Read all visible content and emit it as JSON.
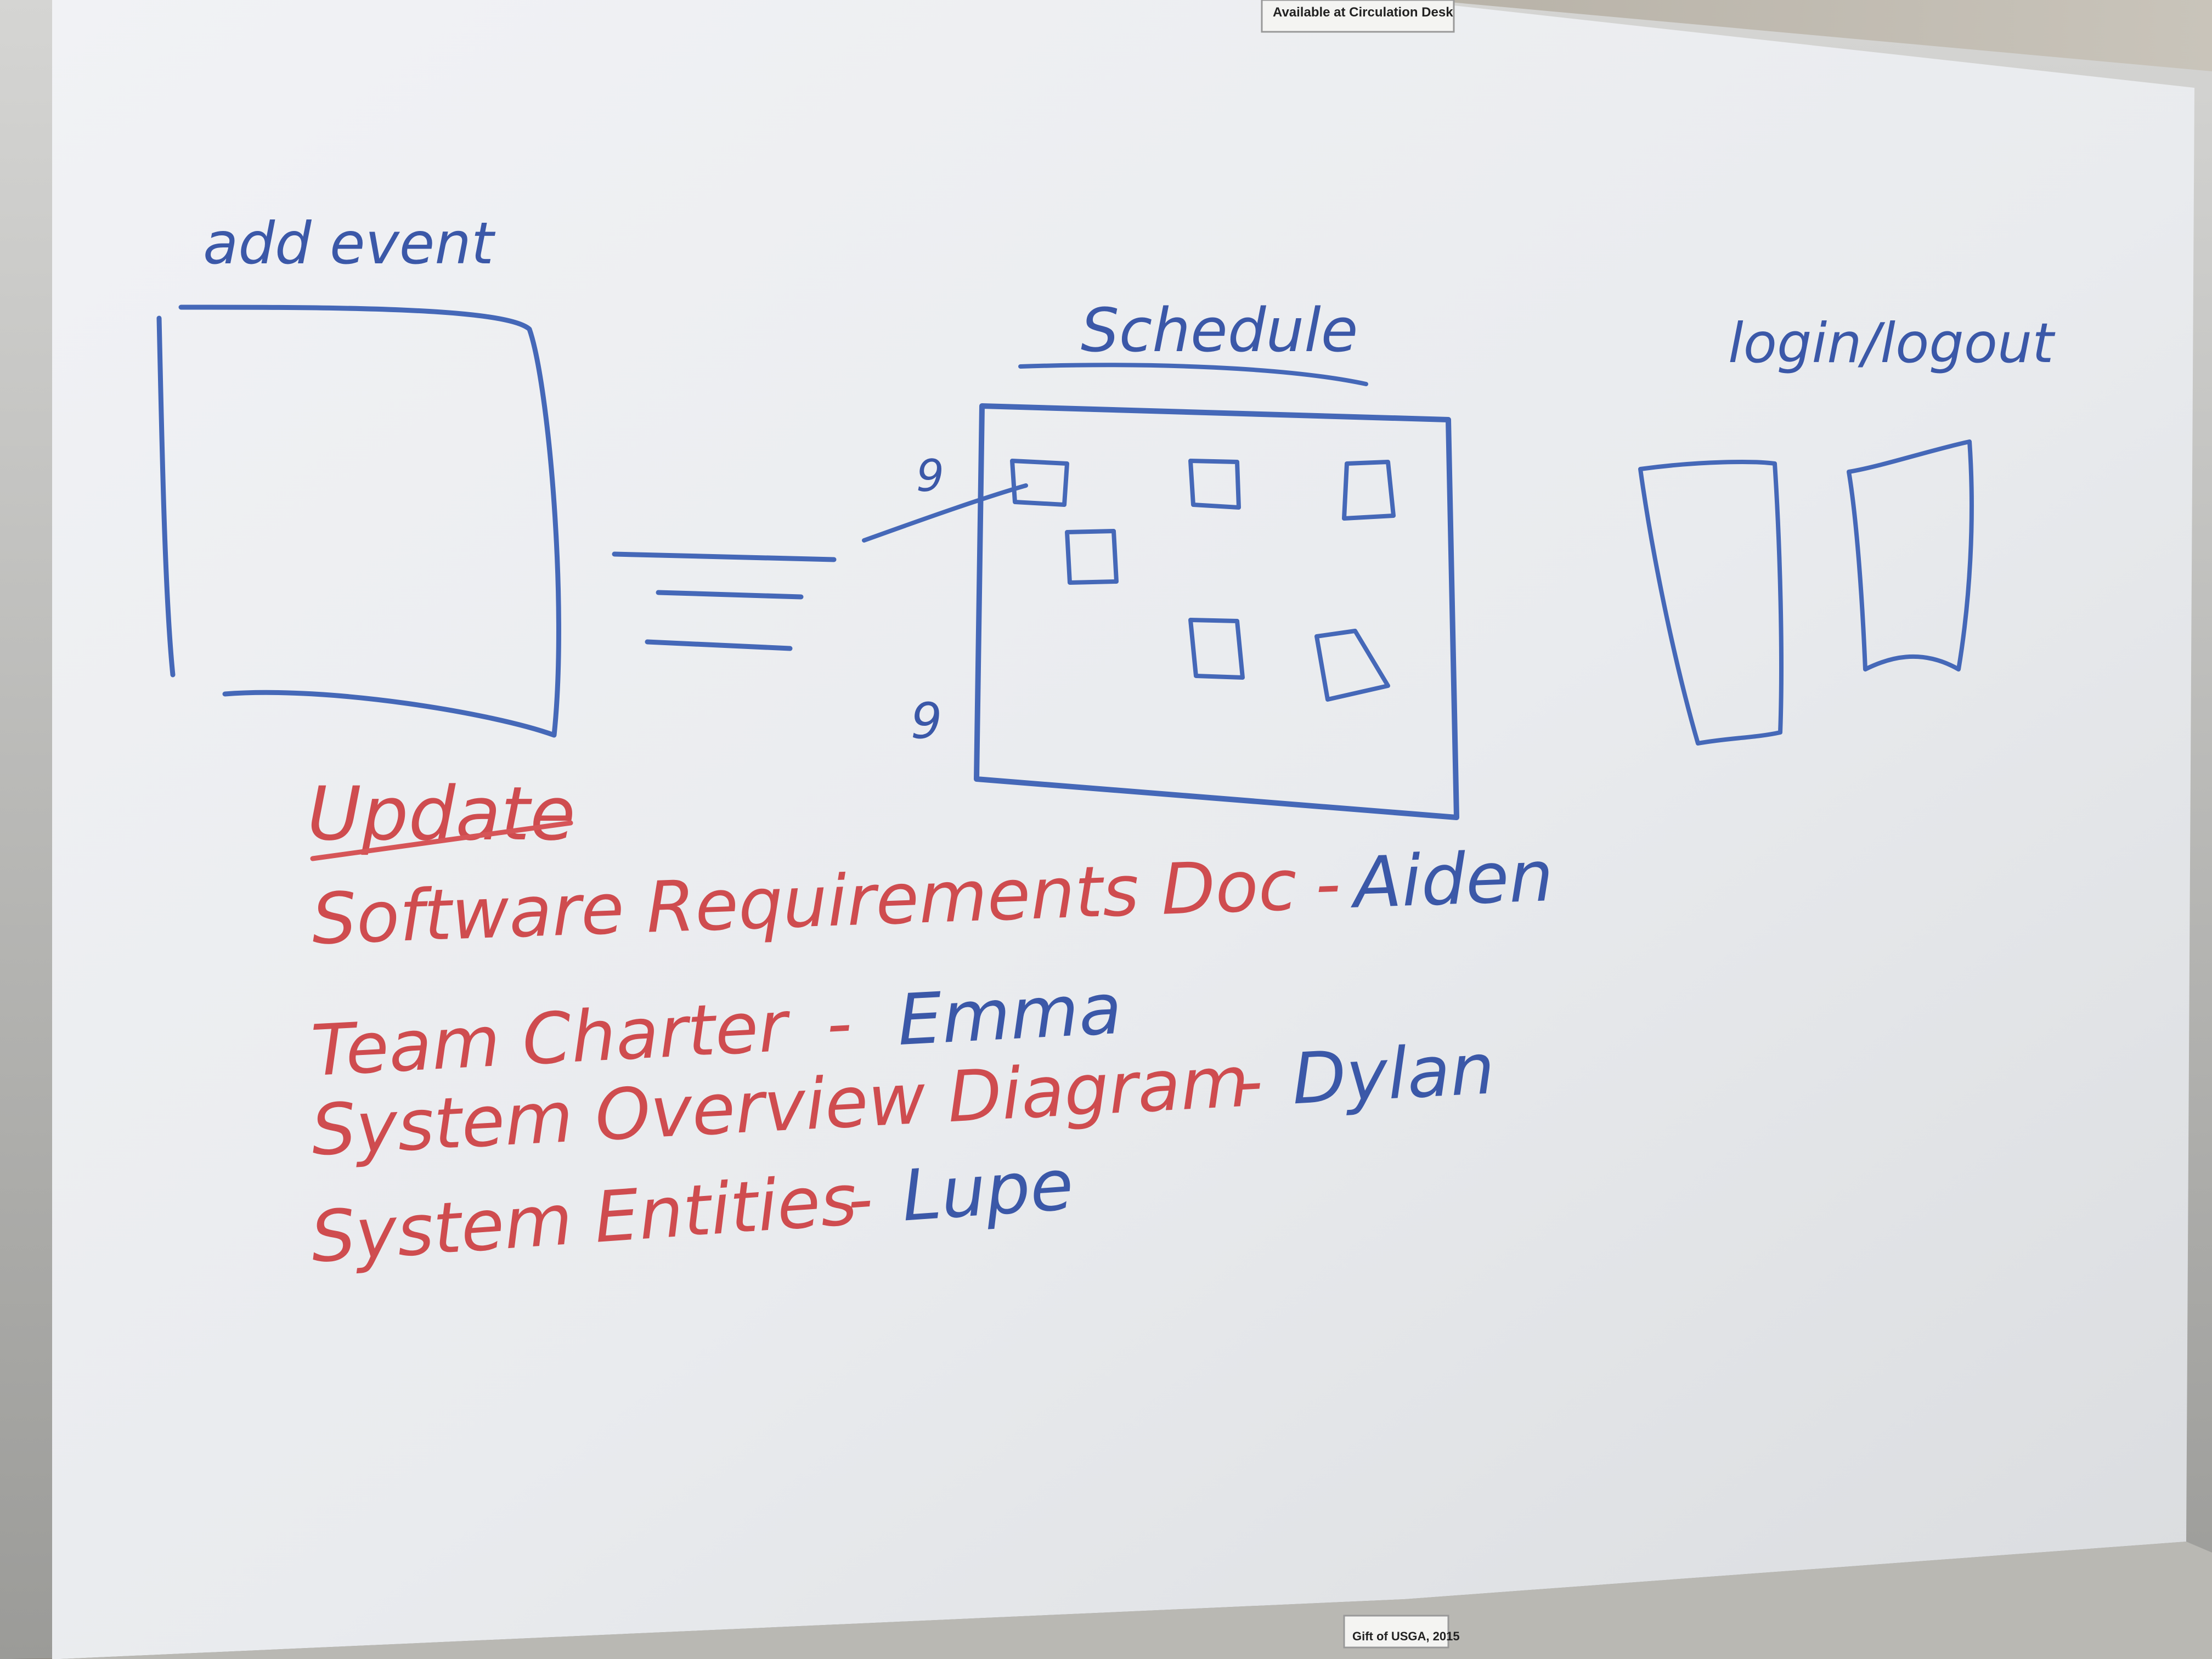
{
  "labels": {
    "tag_top": "Available at Circulation Desk",
    "tag_bottom": "Gift of USGA, 2015",
    "add_event": "add event",
    "schedule": "Schedule",
    "login": "login/logout",
    "tick_top": "9",
    "tick_bottom": "9",
    "update": "Update"
  },
  "assignments": [
    {
      "task": "Software Requirements Doc",
      "sep": "-",
      "person": "Aiden"
    },
    {
      "task": "Team Charter",
      "sep": "-",
      "person": "Emma"
    },
    {
      "task": "System Overview Diagram",
      "sep": "-",
      "person": "Dylan"
    },
    {
      "task": "System Entities",
      "sep": "-",
      "person": "Lupe"
    }
  ],
  "colors": {
    "blue_marker": "#3b58a8",
    "red_marker": "#cf4c4f",
    "board": "#eceef1"
  }
}
